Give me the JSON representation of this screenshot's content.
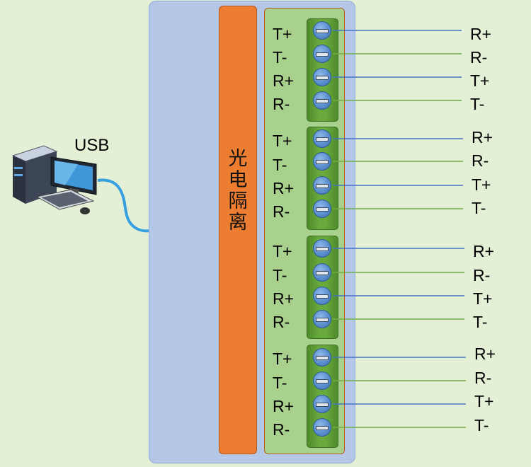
{
  "usb_label": "USB",
  "isolation_label": [
    "光",
    "电",
    "隔",
    "离"
  ],
  "groups": [
    {
      "pins": [
        "T+",
        "T-",
        "R+",
        "R-"
      ],
      "wires": [
        "R+",
        "R-",
        "T+",
        "T-"
      ]
    },
    {
      "pins": [
        "T+",
        "T-",
        "R+",
        "R-"
      ],
      "wires": [
        "R+",
        "R-",
        "T+",
        "T-"
      ]
    },
    {
      "pins": [
        "T+",
        "T-",
        "R+",
        "R-"
      ],
      "wires": [
        "R+",
        "R-",
        "T+",
        "T-"
      ]
    },
    {
      "pins": [
        "T+",
        "T-",
        "R+",
        "R-"
      ],
      "wires": [
        "R+",
        "R-",
        "T+",
        "T-"
      ]
    }
  ],
  "colors": {
    "background": "#e3f0d6",
    "device_body": "#b4c7e7",
    "isolation_bar": "#ed7d31",
    "terminal_panel": "#a9d18e",
    "wire_blue": "#4472c4",
    "wire_green": "#70ad47",
    "usb_cable": "#38a0e0"
  }
}
